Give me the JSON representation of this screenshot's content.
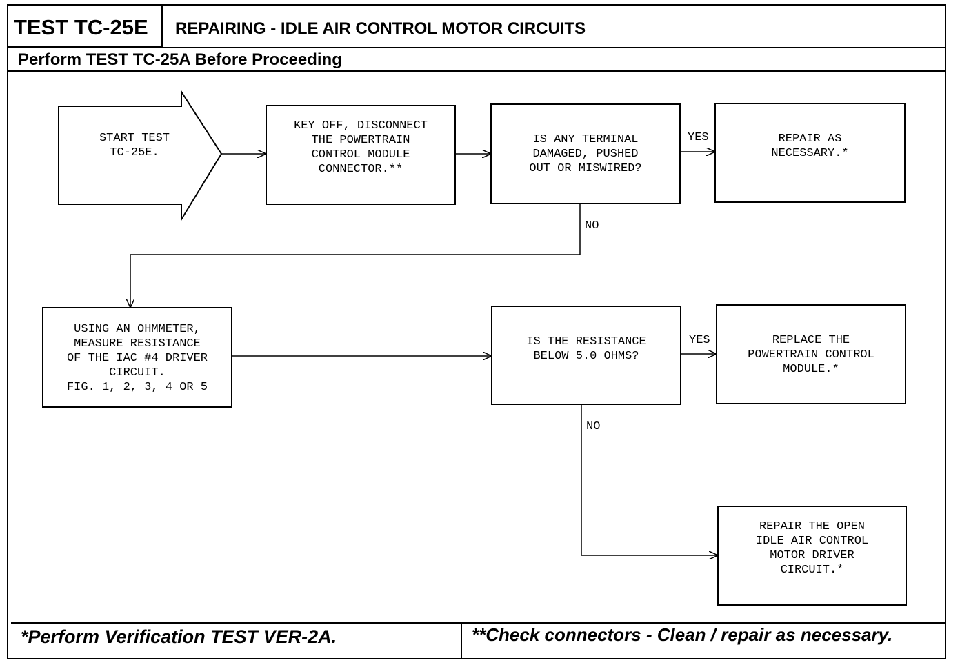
{
  "header": {
    "test_id": "TEST TC-25E",
    "title": "REPAIRING - IDLE AIR CONTROL MOTOR CIRCUITS",
    "subtitle": "Perform TEST TC-25A Before Proceeding"
  },
  "flow": {
    "start": [
      "START TEST",
      "TC-25E."
    ],
    "step1": [
      "KEY OFF, DISCONNECT",
      "THE POWERTRAIN",
      "CONTROL MODULE",
      "CONNECTOR.**"
    ],
    "decision1": [
      "IS ANY TERMINAL",
      "DAMAGED, PUSHED",
      "OUT OR MISWIRED?"
    ],
    "result1": [
      "REPAIR AS",
      "NECESSARY.*"
    ],
    "step2": [
      "USING AN OHMMETER,",
      "MEASURE RESISTANCE",
      "OF THE IAC #4 DRIVER",
      "CIRCUIT.",
      "FIG. 1, 2, 3, 4 OR 5"
    ],
    "decision2": [
      "IS THE RESISTANCE",
      "BELOW 5.0 OHMS?"
    ],
    "result2": [
      "REPLACE THE",
      "POWERTRAIN CONTROL",
      "MODULE.*"
    ],
    "result3": [
      "REPAIR THE OPEN",
      "IDLE AIR CONTROL",
      "MOTOR DRIVER",
      "CIRCUIT.*"
    ],
    "labels": {
      "yes1": "YES",
      "no1": "NO",
      "yes2": "YES",
      "no2": "NO"
    }
  },
  "footer": {
    "left": "*Perform Verification TEST VER-2A.",
    "right": "**Check connectors - Clean / repair as necessary."
  }
}
